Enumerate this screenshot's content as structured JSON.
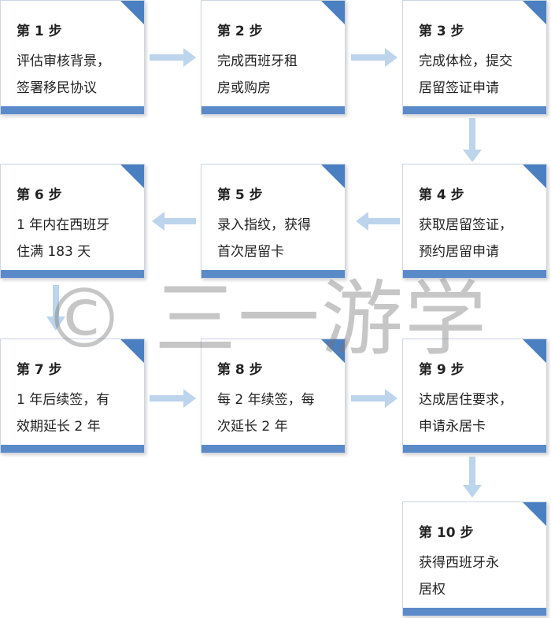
{
  "steps": [
    {
      "title": "第 1 步",
      "line1": "评估审核背景，",
      "line2": "签署移民协议"
    },
    {
      "title": "第 2 步",
      "line1": "完成西班牙租",
      "line2": "房或购房"
    },
    {
      "title": "第 3 步",
      "line1": "完成体检，提交",
      "line2": "居留签证申请"
    },
    {
      "title": "第 4 步",
      "line1": "获取居留签证，",
      "line2": "预约居留申请"
    },
    {
      "title": "第 5 步",
      "line1": "录入指纹，获得",
      "line2": "首次居留卡"
    },
    {
      "title": "第 6 步",
      "line1": "1 年内在西班牙",
      "line2": "住满 183 天"
    },
    {
      "title": "第 7 步",
      "line1": "1 年后续签，有",
      "line2": "效期延长 2 年"
    },
    {
      "title": "第 8 步",
      "line1": "每 2 年续签，每",
      "line2": "次延长 2 年"
    },
    {
      "title": "第 9 步",
      "line1": "达成居住要求，",
      "line2": "申请永居卡"
    },
    {
      "title": "第 10 步",
      "line1": "获得西班牙永",
      "line2": "居权"
    }
  ],
  "watermark": "© 三一游学",
  "colors": {
    "bar": "#5b8ac9",
    "arrow": "#bcd4ec",
    "corner": "#4a7fc1"
  }
}
